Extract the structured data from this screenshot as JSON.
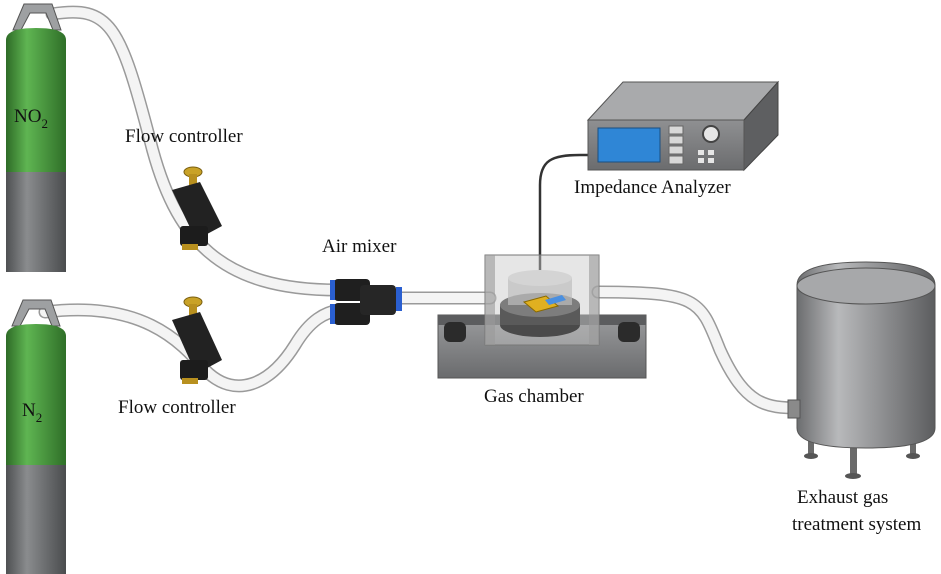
{
  "cylinders": {
    "top": {
      "formula": "NO",
      "subscript": "2",
      "body_color": "#4a9a3f",
      "base_color": "#6e7073"
    },
    "bottom": {
      "formula": "N",
      "subscript": "2",
      "body_color": "#4a9a3f",
      "base_color": "#6e7073"
    }
  },
  "labels": {
    "flow_controller_top": "Flow controller",
    "flow_controller_bottom": "Flow controller",
    "air_mixer": "Air mixer",
    "gas_chamber": "Gas chamber",
    "impedance_analyzer": "Impedance Analyzer",
    "exhaust_line1": "Exhaust gas",
    "exhaust_line2": "treatment system"
  },
  "colors": {
    "tube": "#f2f2f2",
    "tube_edge": "#9a9a9a",
    "fitting": "#1f1f1f",
    "fitting_ring": "#2a5fd0",
    "brass": "#c9a227",
    "analyzer_screen": "#2f86d6",
    "sensor": "#e0b020"
  }
}
